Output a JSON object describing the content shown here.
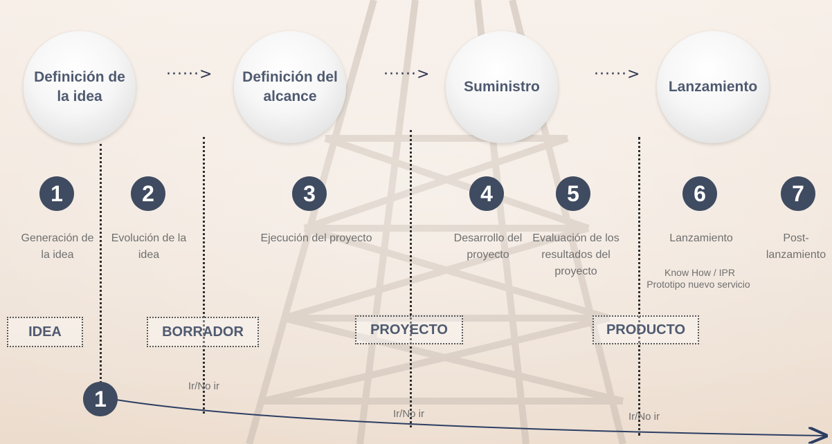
{
  "phases": [
    {
      "label": "Definición de la idea"
    },
    {
      "label": "Definición del alcance"
    },
    {
      "label": "Suministro"
    },
    {
      "label": "Lanzamiento"
    }
  ],
  "arrow_glyph": "······>",
  "steps": [
    {
      "number": "1",
      "text": "Generación de la idea"
    },
    {
      "number": "2",
      "text": "Evolución de la idea"
    },
    {
      "number": "3",
      "text": "Ejecución del proyecto"
    },
    {
      "number": "4",
      "text": "Desarrollo del proyecto"
    },
    {
      "number": "5",
      "text": "Evaluación de los resultados del proyecto"
    },
    {
      "number": "6",
      "text": "Lanzamiento"
    },
    {
      "number": "7",
      "text": "Post-lanzamiento"
    }
  ],
  "notes": {
    "know_how": "Know How / IPR",
    "prototype": "Prototipo nuevo servicio"
  },
  "stages": [
    {
      "label": "IDEA"
    },
    {
      "label": "BORRADOR"
    },
    {
      "label": "PROYECTO"
    },
    {
      "label": "PRODUCTO"
    }
  ],
  "gates": [
    {
      "label": "Ir/No ir"
    },
    {
      "label": "Ir/No ir"
    },
    {
      "label": "Ir/No ir"
    }
  ],
  "timeline_marker": "1",
  "colors": {
    "badge": "#3f4b60",
    "phase_text": "#4f5a70",
    "timeline": "#2c3e63"
  }
}
